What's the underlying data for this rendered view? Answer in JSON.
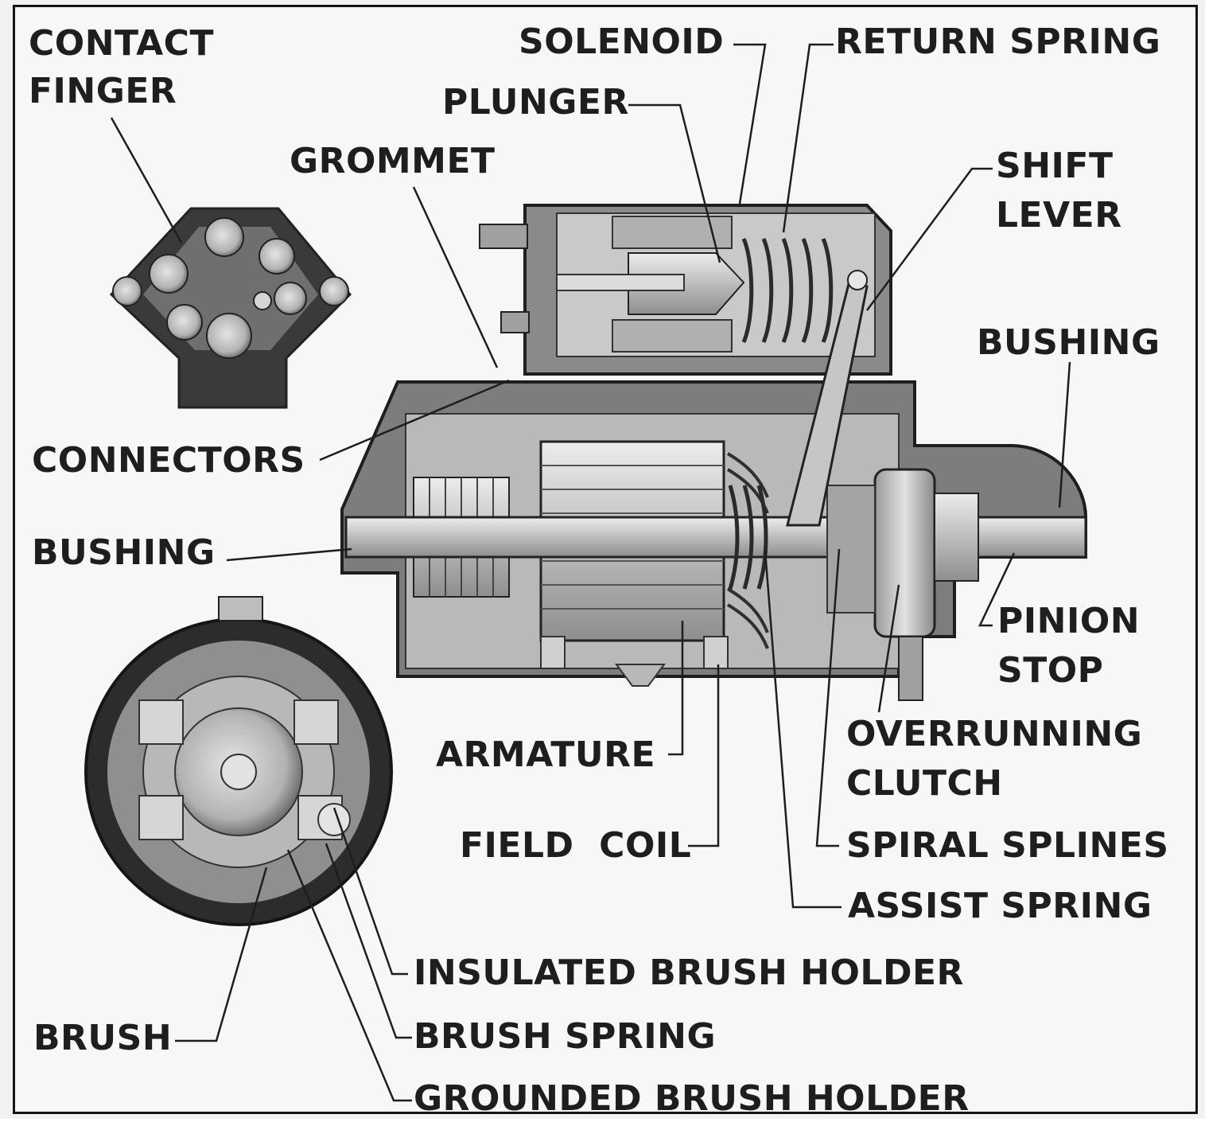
{
  "labels": {
    "contact_finger_1": "CONTACT",
    "contact_finger_2": "FINGER",
    "solenoid": "SOLENOID",
    "return_spring": "RETURN SPRING",
    "plunger": "PLUNGER",
    "grommet": "GROMMET",
    "shift_lever_1": "SHIFT",
    "shift_lever_2": "LEVER",
    "bushing_right": "BUSHING",
    "connectors": "CONNECTORS",
    "bushing_left": "BUSHING",
    "pinion_stop_1": "PINION",
    "pinion_stop_2": "STOP",
    "overrunning_clutch_1": "OVERRUNNING",
    "overrunning_clutch_2": "CLUTCH",
    "armature": "ARMATURE",
    "field_coil": "FIELD  COIL",
    "spiral_splines": "SPIRAL SPLINES",
    "assist_spring": "ASSIST SPRING",
    "insulated_brush_holder": "INSULATED BRUSH HOLDER",
    "brush": "BRUSH",
    "brush_spring": "BRUSH SPRING",
    "grounded_brush_holder": "GROUNDED BRUSH HOLDER"
  },
  "colors": {
    "text": "#1e1e1e",
    "metal_light": "#d8d8d6",
    "metal_mid": "#a9a9a7",
    "metal_dark": "#4a4a48",
    "background": "#f7f7f5"
  }
}
